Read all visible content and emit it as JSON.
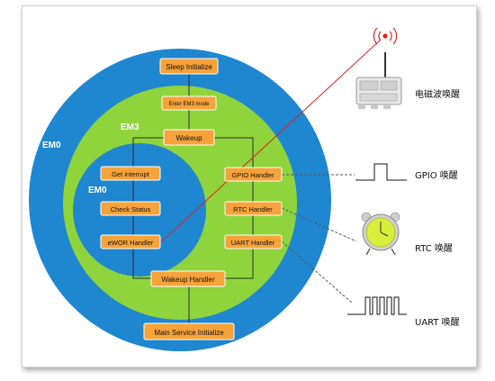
{
  "colors": {
    "outer_ring": "#1f86d0",
    "middle_ring": "#8fd43c",
    "inner_ring": "#1f86d0",
    "box_fill": "#f7a33a",
    "box_stroke": "#ffffff",
    "flow_line": "#2b2b2b",
    "red_line": "#e02020",
    "label_white": "#ffffff",
    "label_black": "#111111"
  },
  "regions": {
    "outer": "EM0",
    "middle": "EM3",
    "inner": "EM0"
  },
  "boxes": {
    "sleep_init": "Sleep  Initialize",
    "enter_em3": "Enter  EM3  mode",
    "wakeup": "Wakeup",
    "get_interrupt": "Get interrupt",
    "check_status": "Check  Status",
    "ewor_handler": "eWOR  Handler",
    "gpio_handler": "GPIO  Handler",
    "rtc_handler": "RTC  Handler",
    "uart_handler": "UART  Handler",
    "wakeup_handler": "Wakeup  Handler",
    "main_service_init": "Main  Service  Initialize"
  },
  "sources": {
    "rf": "电磁波唤醒",
    "gpio": "GPIO  唤醒",
    "rtc": "RTC  唤醒",
    "uart": "UART  唤醒"
  },
  "icons": [
    "radio-signal-icon",
    "wireless-module-icon",
    "pulse-waveform-icon",
    "alarm-clock-icon",
    "pulse-train-icon"
  ]
}
